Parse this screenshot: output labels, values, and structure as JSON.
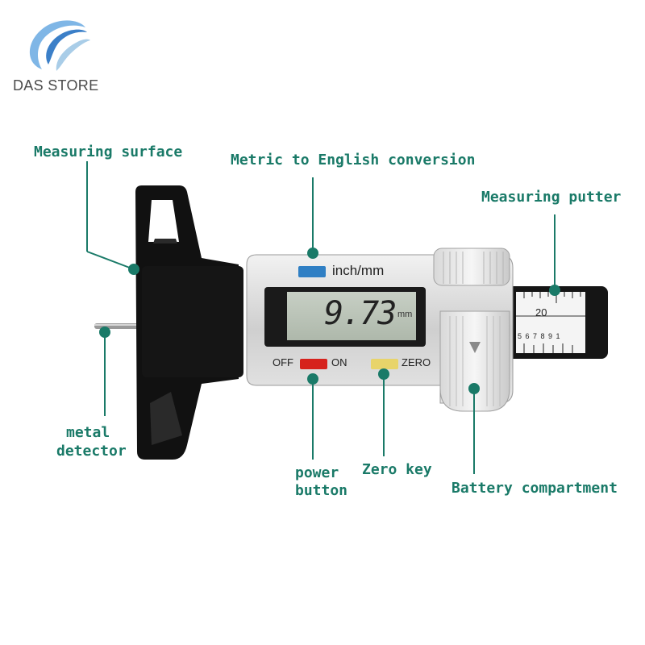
{
  "brand": {
    "name": "DAS STORE",
    "logo_icon": "globe-swoosh-logo"
  },
  "accent_color": "#1a7a68",
  "callouts": {
    "measuring_surface": "Measuring surface",
    "metric_conversion": "Metric to English conversion",
    "measuring_putter": "Measuring putter",
    "metal_detector_line1": "metal",
    "metal_detector_line2": "detector",
    "power_button_line1": "power",
    "power_button_line2": "button",
    "zero_key": "Zero key",
    "battery_compartment": "Battery compartment"
  },
  "device": {
    "display_value": "9.73",
    "display_unit": "mm",
    "unit_button_label": "inch/mm",
    "off_label": "OFF",
    "on_label": "ON",
    "zero_label": "ZERO",
    "scale_number": "20",
    "scale_digits": "5 6 7 8 9 1",
    "unit_button_color": "#2f7fc4",
    "power_button_color": "#d6221c",
    "zero_button_color": "#e8d46a"
  }
}
